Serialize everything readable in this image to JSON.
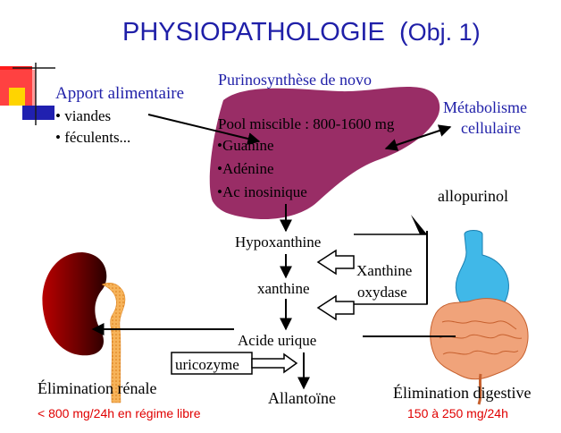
{
  "title": {
    "main": "PHYSIOPATHOLOGIE",
    "paren_open": "(",
    "obj": "Obj. 1)"
  },
  "diet": {
    "heading": "Apport alimentaire",
    "items": [
      "• viandes",
      "• féculents..."
    ]
  },
  "liver": {
    "caption": "Purinosynthèse de novo",
    "pool": "Pool miscible : 800-1600 mg",
    "items": [
      "•Guanine",
      "•Adénine",
      "•Ac inosinique"
    ]
  },
  "metabolism": {
    "line1": "Métabolisme",
    "line2": "cellulaire"
  },
  "pathway": {
    "hypoxanthine": "Hypoxanthine",
    "xanthine": "xanthine",
    "enzyme_line1": "Xanthine",
    "enzyme_line2": "oxydase",
    "uric_acid": "Acide urique",
    "uricozyme": "uricozyme",
    "allantoin": "Allantoïne"
  },
  "inhibitor": "allopurinol",
  "elimination": {
    "renal_label": "Élimination rénale",
    "renal_value": "< 800 mg/24h en régime libre",
    "digestive_label": "Élimination digestive",
    "digestive_value": "150 à 250 mg/24h"
  },
  "colors": {
    "title": "#1f1fa8",
    "liver": "#992d66",
    "kidney": "#6e0000",
    "ureter": "#f3a93a",
    "intestine": "#f0a37a",
    "stomach": "#40b8e8",
    "red_text": "#e00000",
    "deco_red": "#ff1c1c",
    "deco_blue": "#2020b0",
    "deco_yellow": "#ffd400"
  }
}
